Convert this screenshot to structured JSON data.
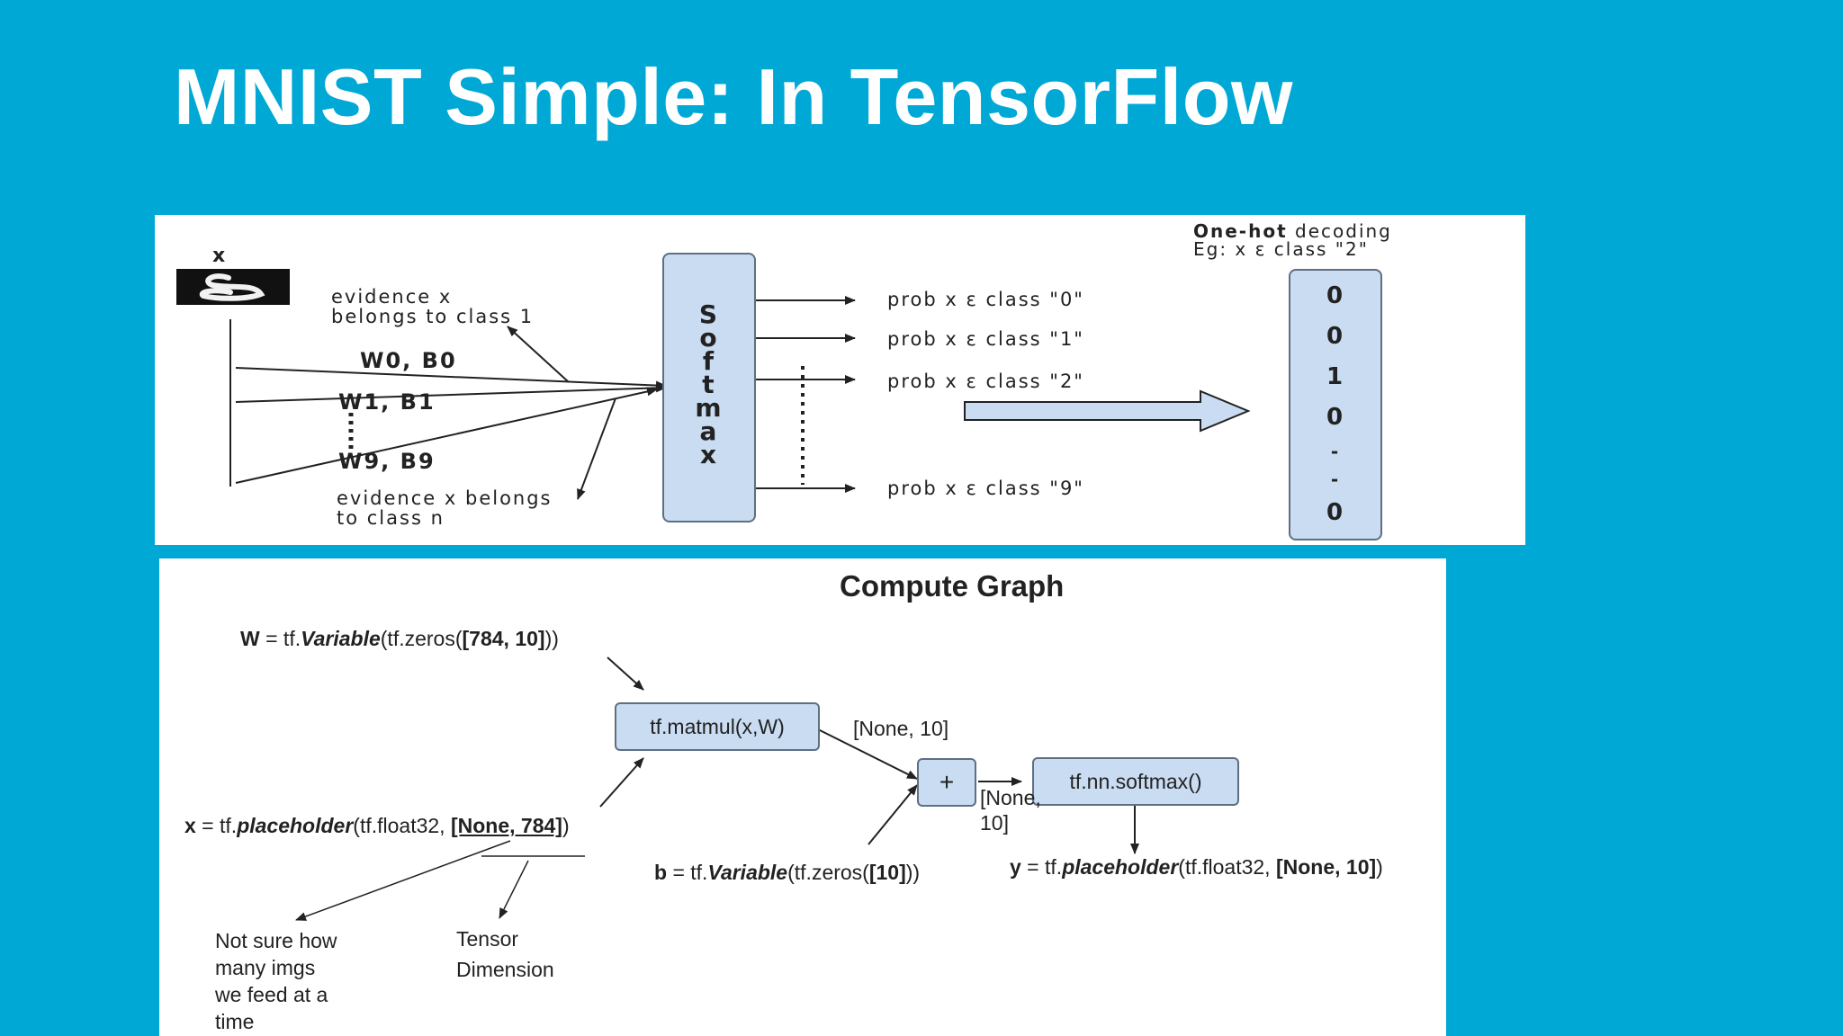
{
  "slide": {
    "title": "MNIST Simple: In TensorFlow",
    "background": "#00a8d6"
  },
  "top_diagram": {
    "input_label": "x",
    "input_image_icon": "handwritten-digit-2-thumbnail",
    "evidence_class_1": [
      "evidence x",
      "belongs to class 1"
    ],
    "evidence_class_n": [
      "evidence x belongs",
      "to class n"
    ],
    "weights": [
      "W0, B0",
      "W1, B1",
      "W9, B9"
    ],
    "softmax_letters": [
      "S",
      "o",
      "f",
      "t",
      "m",
      "a",
      "x"
    ],
    "outputs": [
      "prob x ε class \"0\"",
      "prob x ε class \"1\"",
      "prob x ε class \"2\"",
      "prob x ε  class \"9\""
    ],
    "onehot_title_bold": "One-hot",
    "onehot_title_rest": " decoding",
    "onehot_example": "Eg: x ε class \"2\"",
    "onehot_vector": [
      "0",
      "0",
      "1",
      "0",
      "-",
      "-",
      "0"
    ]
  },
  "compute_graph": {
    "title": "Compute Graph",
    "w_def": {
      "name": "W",
      "eq": " = tf.",
      "fn": "Variable",
      "open": "(tf.zeros(",
      "arg": "[784, 10]",
      "close": "))"
    },
    "x_def": {
      "name": "x",
      "eq": " = tf.",
      "fn": "placeholder",
      "open": "(tf.float32, ",
      "arg": "[None, 784]",
      "close": ")"
    },
    "b_def": {
      "name": "b",
      "eq": " = tf.",
      "fn": "Variable",
      "open": "(tf.zeros(",
      "arg": "[10]",
      "close": "))"
    },
    "y_def": {
      "name": "y",
      "eq": " = tf.",
      "fn": "placeholder",
      "open": "(tf.float32, ",
      "arg": "[None, 10]",
      "close": ")"
    },
    "matmul_node": "tf.matmul(x,W)",
    "plus_node": "+",
    "softmax_node": "tf.nn.softmax()",
    "shape_matmul": "[None, 10]",
    "shape_plus": [
      "[None,",
      "10]"
    ],
    "note_batch": [
      "Not sure how",
      "many imgs",
      "we feed at a",
      "time"
    ],
    "note_dimension": [
      "Tensor",
      "Dimension"
    ]
  }
}
